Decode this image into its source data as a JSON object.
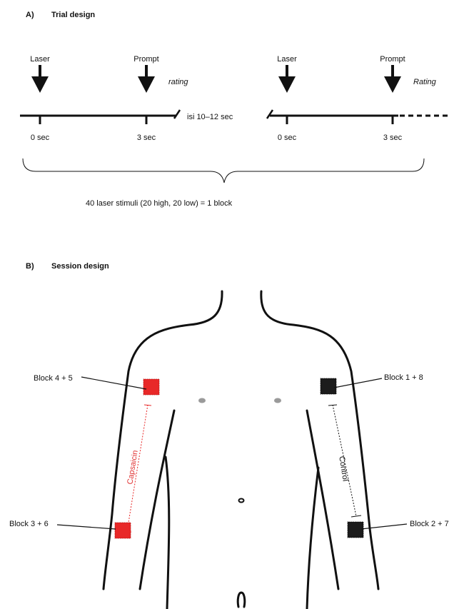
{
  "panel_a": {
    "letter": "A)",
    "title": "Trial design",
    "trial1": {
      "laser": "Laser",
      "prompt": "Prompt",
      "rating": "rating",
      "t0": "0 sec",
      "t3": "3 sec"
    },
    "isi": "isi 10–12 sec",
    "trial2": {
      "laser": "Laser",
      "prompt": "Prompt",
      "rating": "Rating",
      "t0": "0 sec",
      "t3": "3 sec"
    },
    "block_caption": "40 laser stimuli (20 high, 20 low) = 1 block"
  },
  "panel_b": {
    "letter": "B)",
    "title": "Session design",
    "labels": {
      "upper_left": "Block 4 + 5",
      "lower_left": "Block 3 + 6",
      "upper_right": "Block 1 + 8",
      "lower_right": "Block 2 + 7",
      "left_arm": "Capsaicin",
      "right_arm": "Control"
    }
  },
  "colors": {
    "capsaicin": "#e82828",
    "control": "#1c1c1c",
    "nipple": "#9a9a9a"
  }
}
